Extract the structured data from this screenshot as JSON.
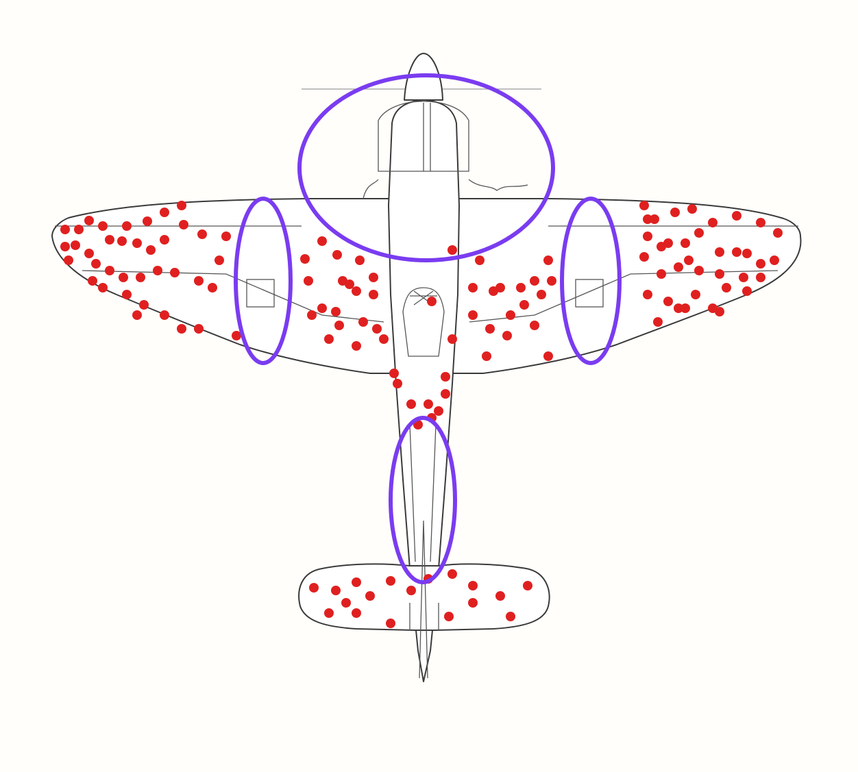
{
  "colors": {
    "background": "#fffefb",
    "outline": "#3a3a3a",
    "bullet_hole": "#e02020",
    "highlight_ring": "#7a3cf0"
  },
  "aircraft": {
    "view": "top-down",
    "marked_regions": [
      "nose-engine",
      "left-engine",
      "right-engine",
      "rear-fuselage"
    ],
    "bullet_hole_count": 137
  }
}
